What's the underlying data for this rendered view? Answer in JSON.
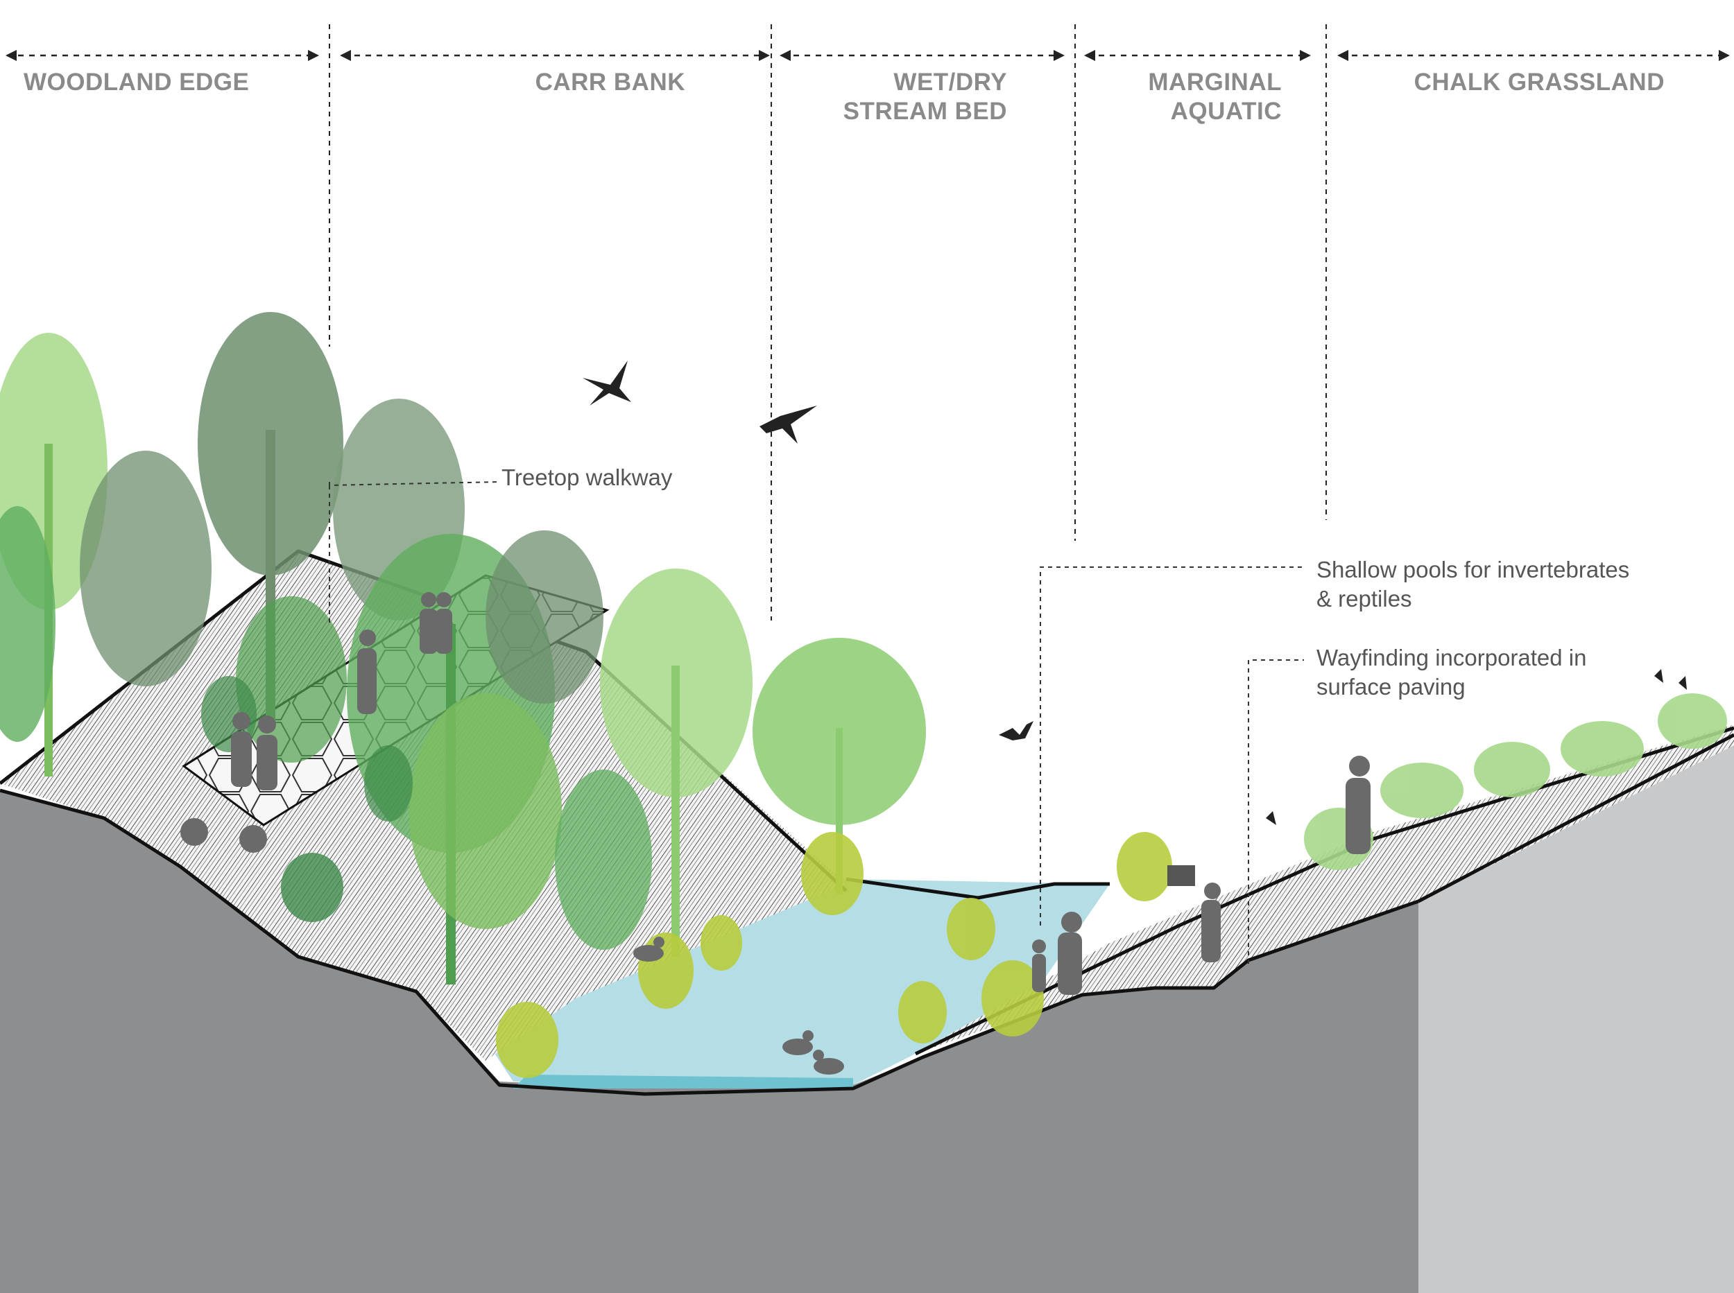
{
  "zones": [
    {
      "id": "woodland-edge",
      "lines": [
        "WOODLAND EDGE"
      ]
    },
    {
      "id": "carr-bank",
      "lines": [
        "CARR BANK"
      ]
    },
    {
      "id": "wet-dry-stream-bed",
      "lines": [
        "WET/DRY",
        "STREAM BED"
      ]
    },
    {
      "id": "marginal-aquatic",
      "lines": [
        "MARGINAL",
        "AQUATIC"
      ]
    },
    {
      "id": "chalk-grassland",
      "lines": [
        "CHALK GRASSLAND"
      ]
    }
  ],
  "annotations": {
    "treetop": "Treetop walkway",
    "pools_line1": "Shallow pools for invertebrates",
    "pools_line2": "& reptiles",
    "wayfinding_line1": "Wayfinding incorporated in",
    "wayfinding_line2": "surface paving"
  },
  "colors": {
    "ground": "#8c8e8f",
    "ground_side": "#c8c9ca",
    "water": "#b4dde6",
    "water_deep": "#6fc2cf",
    "tree_dark": "#6f8f6f",
    "tree_mid": "#5fae5f",
    "tree_light": "#a6d98a",
    "grass": "#b7cc3e",
    "figure": "#6a6a6a",
    "label": "#8a8a8a",
    "annotation": "#555555"
  }
}
